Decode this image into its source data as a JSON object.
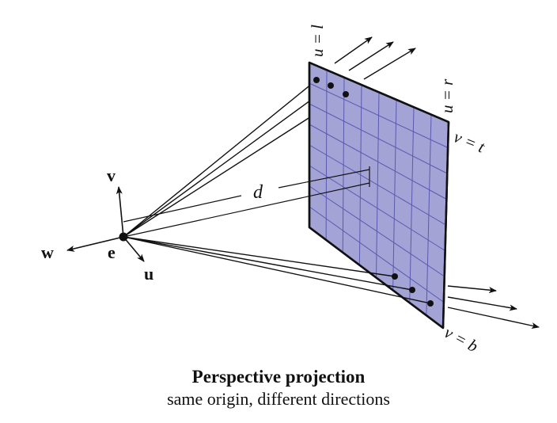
{
  "diagram": {
    "caption": {
      "title": "Perspective projection",
      "subtitle": "same origin, different directions"
    },
    "labels": {
      "u_left": "u = l",
      "u_right": "u = r",
      "v_top": "v = t",
      "v_bottom": "v = b",
      "distance": "d",
      "axis_v": "v",
      "axis_w": "w",
      "axis_u": "u",
      "eye": "e"
    },
    "colors": {
      "image_plane_fill": "#a3a3d6",
      "grid_lines": "#5a5ab0",
      "ink": "#111111"
    }
  }
}
